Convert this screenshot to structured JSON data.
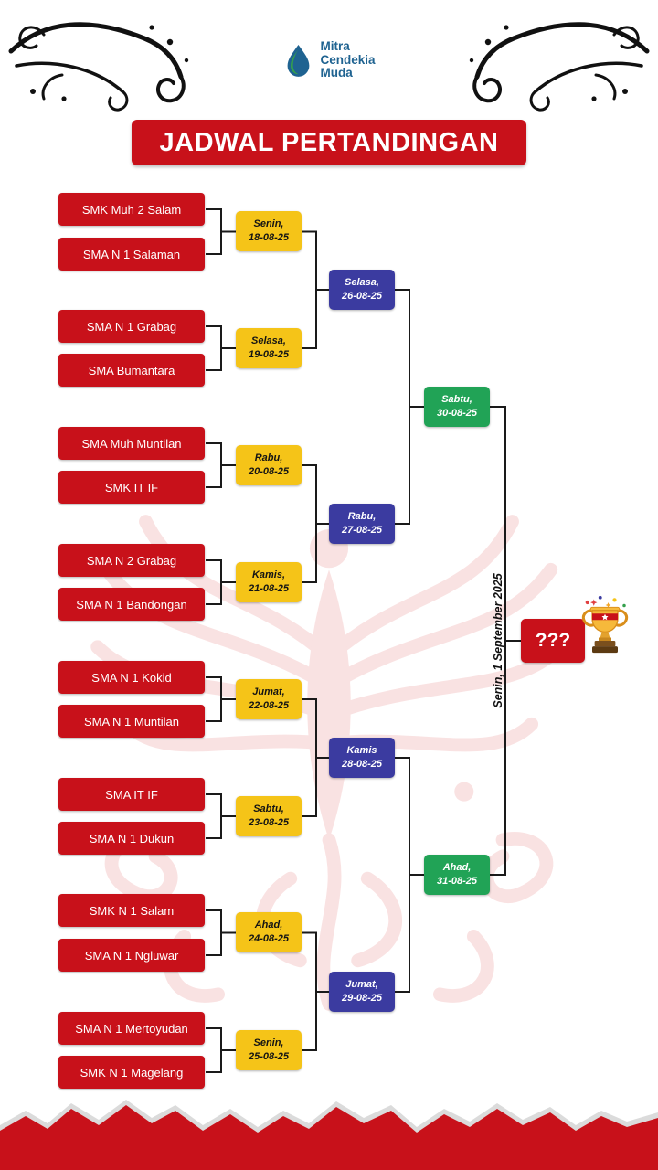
{
  "header": {
    "logo_text": [
      "Mitra",
      "Cendekia",
      "Muda"
    ],
    "title": "JADWAL PERTANDINGAN"
  },
  "colors": {
    "red": "#C8111A",
    "yellow": "#F5C418",
    "blue": "#3B3BA0",
    "green": "#21A356",
    "logo-blue": "#1F6391",
    "line": "#1A1A1A"
  },
  "bracket": {
    "round1_matches": [
      {
        "team_top": "SMK Muh 2 Salam",
        "team_bottom": "SMA N 1 Salaman",
        "date_line1": "Senin,",
        "date_line2": "18-08-25"
      },
      {
        "team_top": "SMA N 1 Grabag",
        "team_bottom": "SMA Bumantara",
        "date_line1": "Selasa,",
        "date_line2": "19-08-25"
      },
      {
        "team_top": "SMA Muh Muntilan",
        "team_bottom": "SMK IT IF",
        "date_line1": "Rabu,",
        "date_line2": "20-08-25"
      },
      {
        "team_top": "SMA N 2 Grabag",
        "team_bottom": "SMA N 1 Bandongan",
        "date_line1": "Kamis,",
        "date_line2": "21-08-25"
      },
      {
        "team_top": "SMA N 1 Kokid",
        "team_bottom": "SMA N 1 Muntilan",
        "date_line1": "Jumat,",
        "date_line2": "22-08-25"
      },
      {
        "team_top": "SMA IT IF",
        "team_bottom": "SMA N 1 Dukun",
        "date_line1": "Sabtu,",
        "date_line2": "23-08-25"
      },
      {
        "team_top": "SMK N 1 Salam",
        "team_bottom": "SMA N 1 Ngluwar",
        "date_line1": "Ahad,",
        "date_line2": "24-08-25"
      },
      {
        "team_top": "SMA N 1 Mertoyudan",
        "team_bottom": "SMK N 1 Magelang",
        "date_line1": "Senin,",
        "date_line2": "25-08-25"
      }
    ],
    "round2": [
      {
        "line1": "Selasa,",
        "line2": "26-08-25"
      },
      {
        "line1": "Rabu,",
        "line2": "27-08-25"
      },
      {
        "line1": "Kamis",
        "line2": "28-08-25"
      },
      {
        "line1": "Jumat,",
        "line2": "29-08-25"
      }
    ],
    "round3": [
      {
        "line1": "Sabtu,",
        "line2": "30-08-25"
      },
      {
        "line1": "Ahad,",
        "line2": "31-08-25"
      }
    ],
    "final": {
      "date_vertical": "Senin, 1 September 2025",
      "winner_placeholder": "???",
      "trophy_icon": "trophy"
    }
  }
}
